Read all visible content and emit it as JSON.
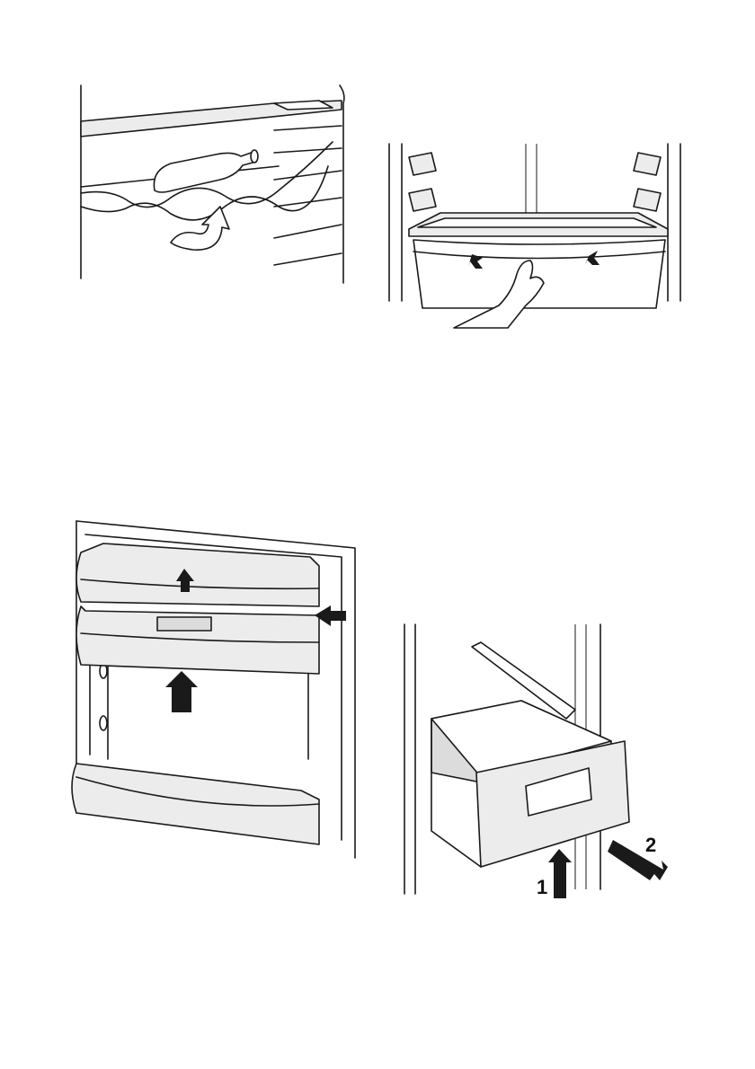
{
  "figures": [
    {
      "id": "wine-rack"
    },
    {
      "id": "crisper-drawer-glass-shelf"
    },
    {
      "id": "door-balcony-shelves"
    },
    {
      "id": "freezer-basket",
      "step_labels": [
        "1",
        "2"
      ]
    }
  ],
  "colors": {
    "line": "#1a1a1a",
    "panel": "#ececec",
    "arrow": "#1a1a1a"
  },
  "icons": [
    "curved-up-arrow-icon",
    "down-arrow-icon",
    "up-arrow-icon",
    "left-arrow-icon",
    "diagonal-arrow-icon"
  ]
}
